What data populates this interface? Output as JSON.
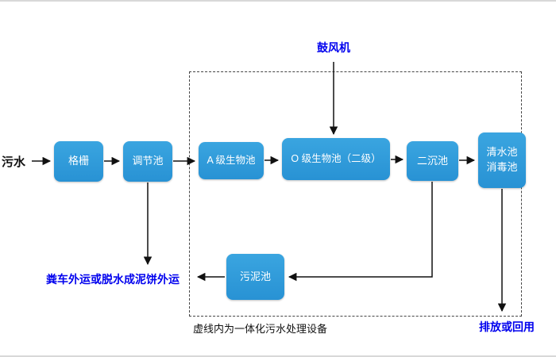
{
  "diagram": {
    "input_label": "污水",
    "blower_label": "鼓风机",
    "boxes": {
      "grid": "格栅",
      "regulating_tank": "调节池",
      "a_bio_tank": "A 级生物池",
      "o_bio_tank": "O 级生物池（二级）",
      "secondary_sedimentation_tank": "二沉池",
      "clear_water_tank_line1": "清水池",
      "clear_water_tank_line2": "消毒池",
      "sludge_tank": "污泥池"
    },
    "annotations": {
      "sludge_disposal": "粪车外运或脱水成泥饼外运",
      "dashed_box_caption": "虚线内为一体化污水处理设备",
      "discharge": "排放或回用"
    },
    "colors": {
      "box_fill": "#2E9BD9",
      "box_text_color": "#FFFFFF",
      "accent_text_color": "#0000EE",
      "arrow_color": "#111111"
    }
  }
}
